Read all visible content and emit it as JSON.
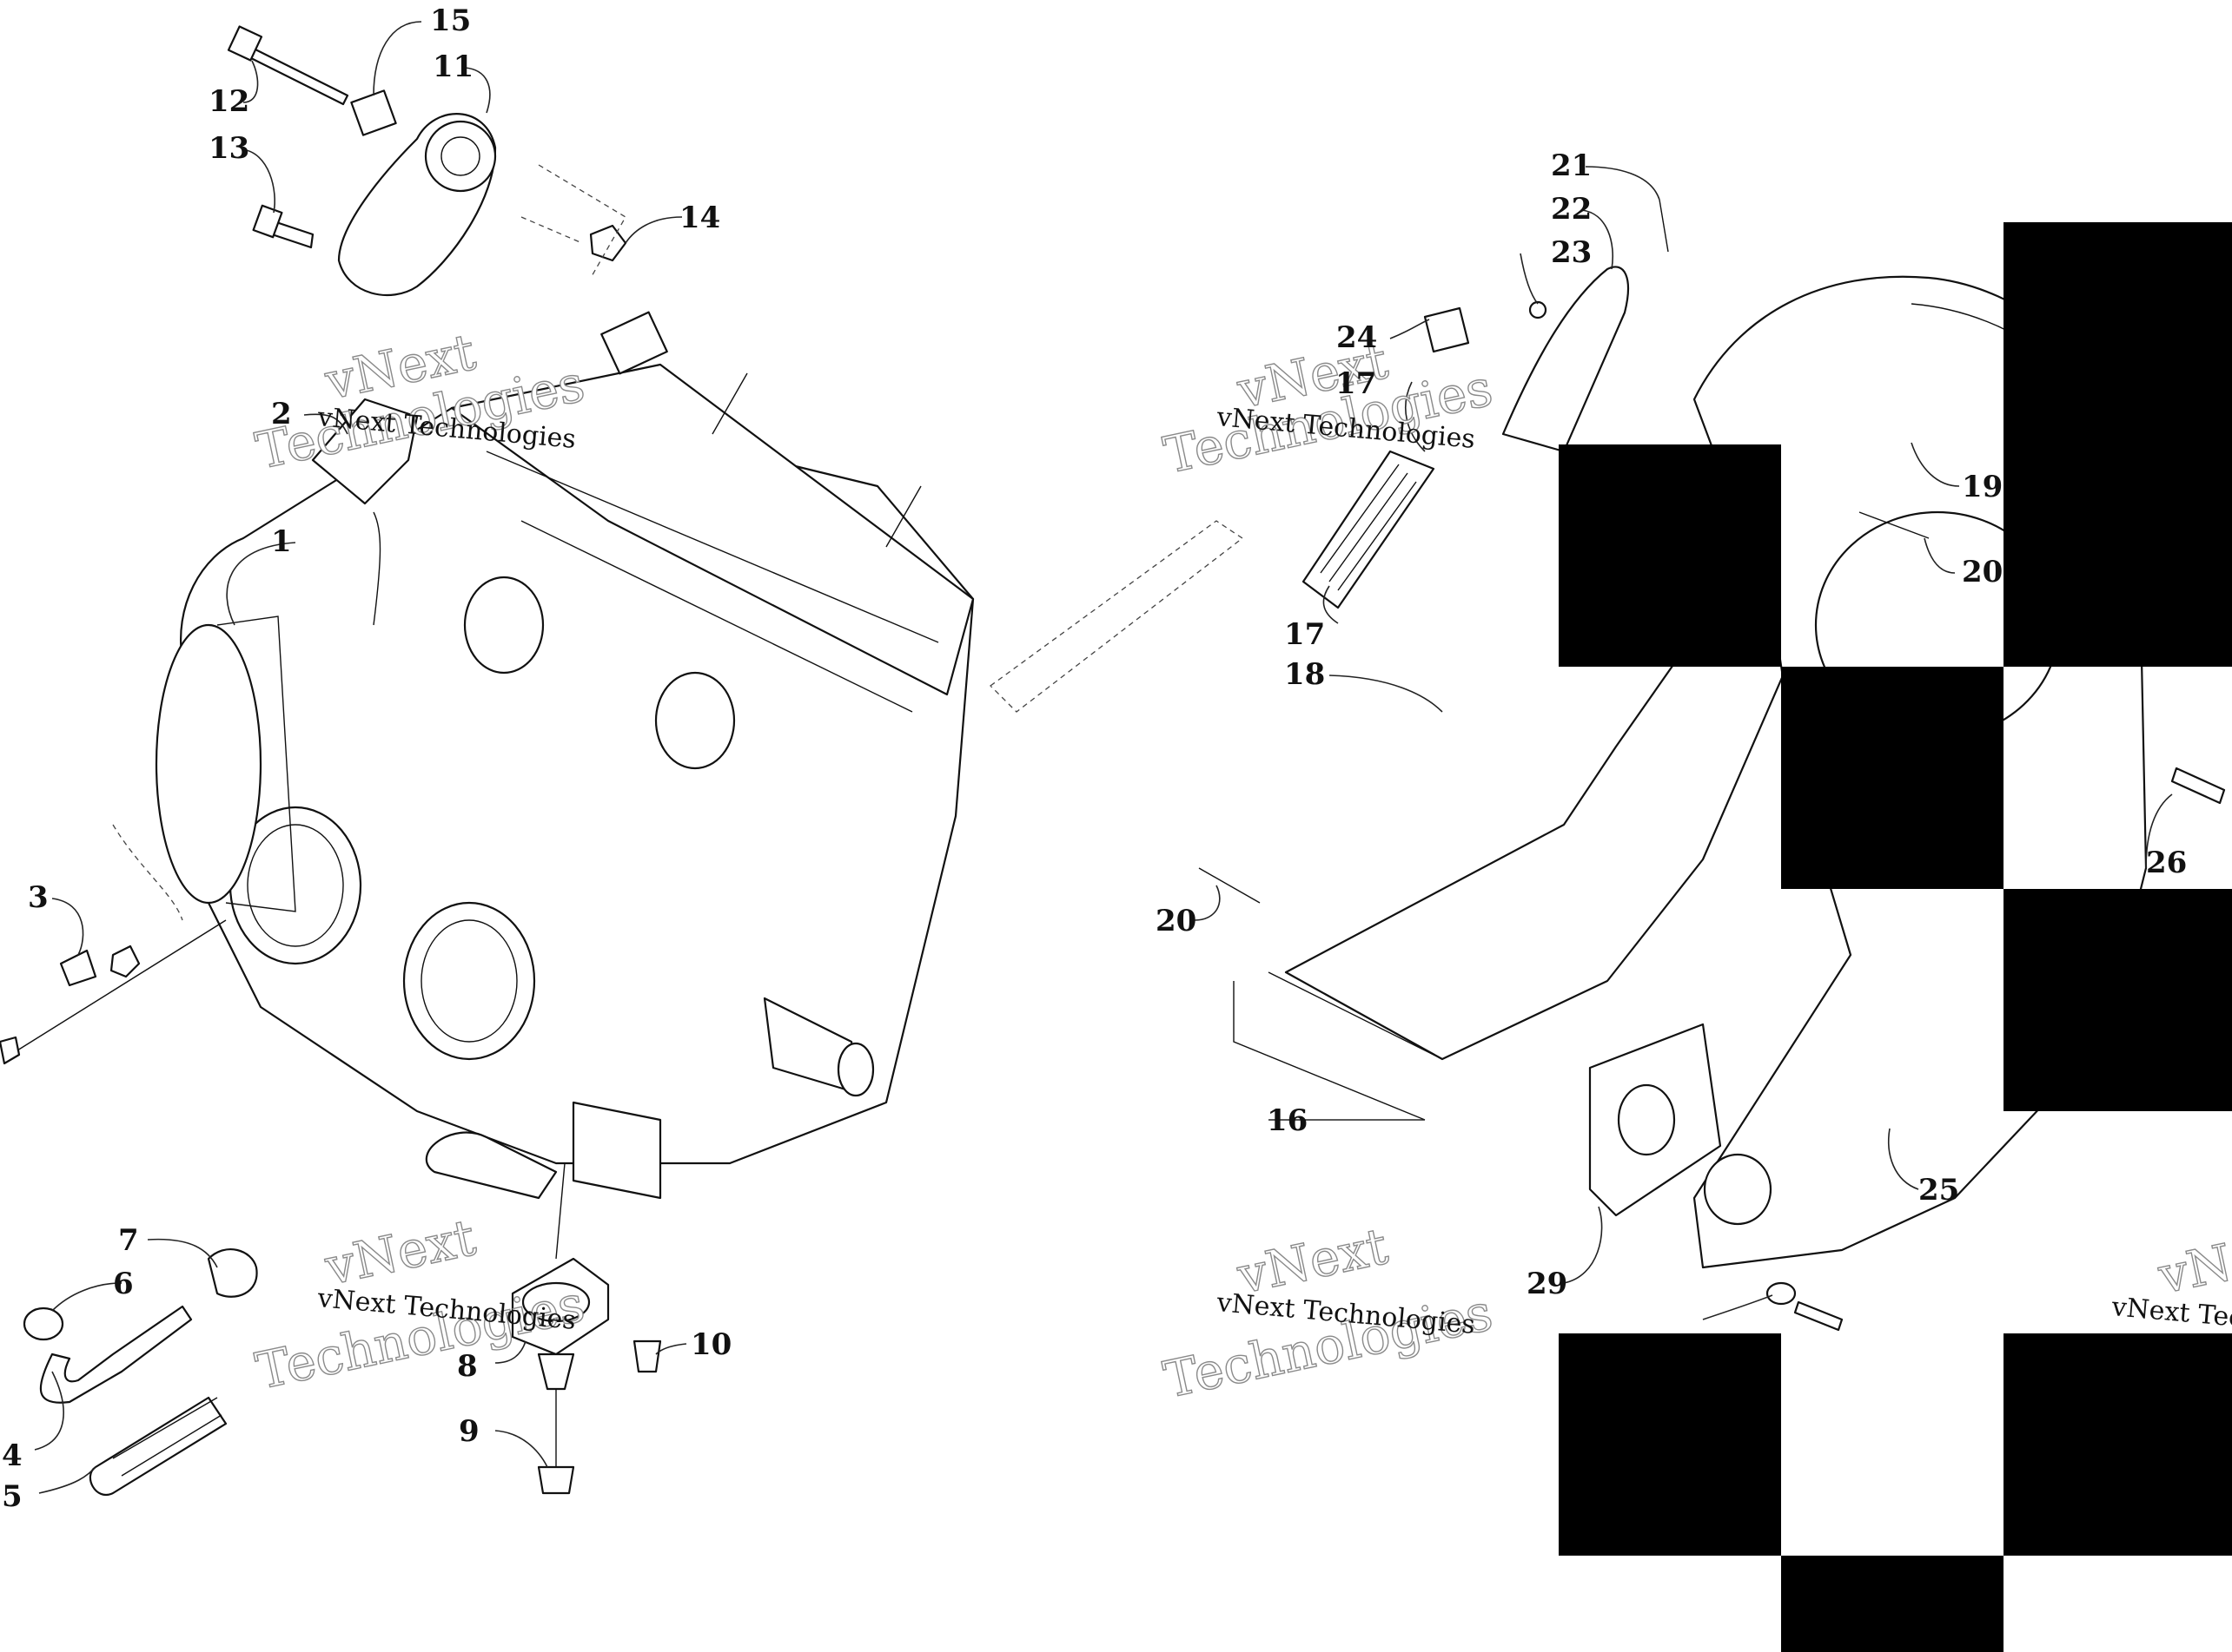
{
  "callouts": [
    {
      "id": "c1",
      "label": "1"
    },
    {
      "id": "c2",
      "label": "2"
    },
    {
      "id": "c3",
      "label": "3"
    },
    {
      "id": "c4",
      "label": "4"
    },
    {
      "id": "c5",
      "label": "5"
    },
    {
      "id": "c6",
      "label": "6"
    },
    {
      "id": "c7",
      "label": "7"
    },
    {
      "id": "c8",
      "label": "8"
    },
    {
      "id": "c9",
      "label": "9"
    },
    {
      "id": "c10",
      "label": "10"
    },
    {
      "id": "c11",
      "label": "11"
    },
    {
      "id": "c12",
      "label": "12"
    },
    {
      "id": "c13",
      "label": "13"
    },
    {
      "id": "c14",
      "label": "14"
    },
    {
      "id": "c15",
      "label": "15"
    },
    {
      "id": "c16",
      "label": "16"
    },
    {
      "id": "c17a",
      "label": "17"
    },
    {
      "id": "c17b",
      "label": "17"
    },
    {
      "id": "c18",
      "label": "18"
    },
    {
      "id": "c19",
      "label": "19"
    },
    {
      "id": "c20a",
      "label": "20"
    },
    {
      "id": "c20b",
      "label": "20"
    },
    {
      "id": "c21",
      "label": "21"
    },
    {
      "id": "c22",
      "label": "22"
    },
    {
      "id": "c23",
      "label": "23"
    },
    {
      "id": "c24",
      "label": "24"
    },
    {
      "id": "c25",
      "label": "25"
    },
    {
      "id": "c26",
      "label": "26"
    },
    {
      "id": "c29",
      "label": "29"
    }
  ],
  "watermark": {
    "line1": "vNext",
    "line2": "Technologies",
    "full": "vNext Technologies"
  },
  "colors": {
    "ink": "#111111",
    "watermark_outline": "#8a8a8a",
    "redaction": "#000000",
    "background": "#ffffff"
  }
}
